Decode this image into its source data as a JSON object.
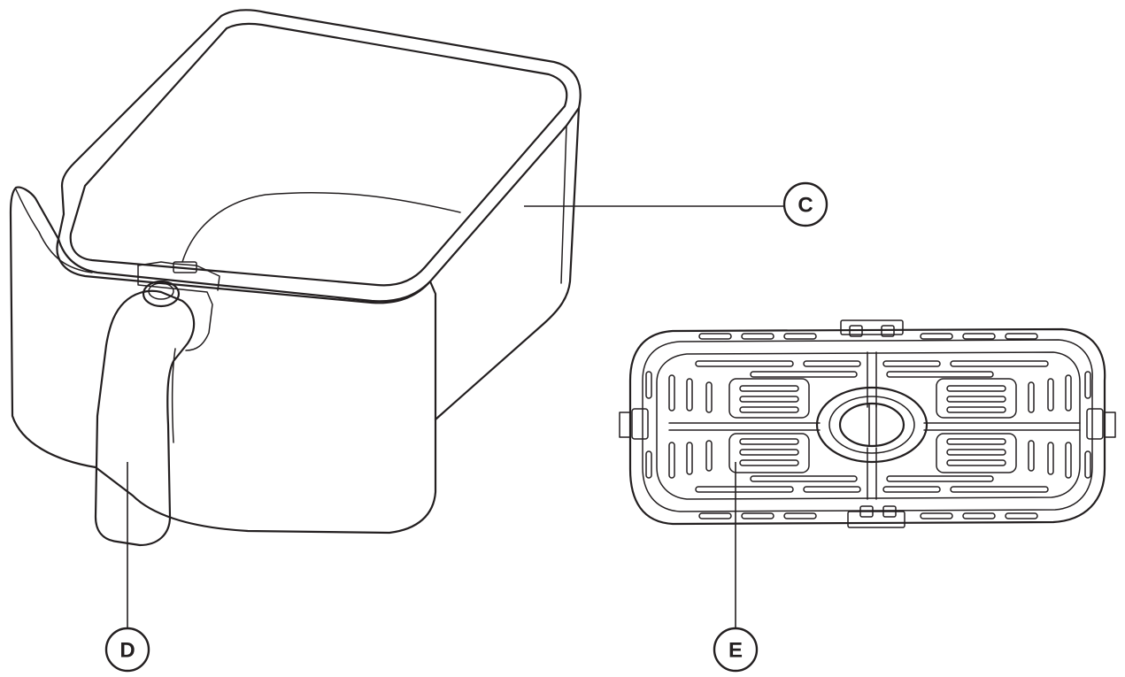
{
  "callouts": [
    {
      "id": "C",
      "label": "C",
      "part": "basket"
    },
    {
      "id": "D",
      "label": "D",
      "part": "handle"
    },
    {
      "id": "E",
      "label": "E",
      "part": "crisper-plate"
    }
  ],
  "colors": {
    "line": "#231f20",
    "background": "#ffffff"
  }
}
